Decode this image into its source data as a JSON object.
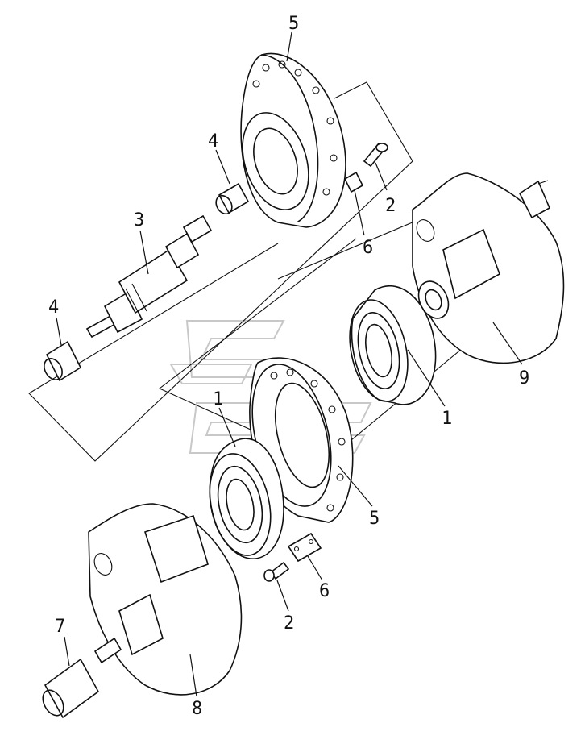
{
  "callouts": {
    "c5_top": "5",
    "c4_upper": "4",
    "c3": "3",
    "c2_upper": "2",
    "c6_upper": "6",
    "c4_lower": "4",
    "c1_left": "1",
    "c1_right": "1",
    "c9": "9",
    "c5_mid": "5",
    "c6_lower": "6",
    "c2_lower": "2",
    "c7": "7",
    "c8": "8"
  }
}
